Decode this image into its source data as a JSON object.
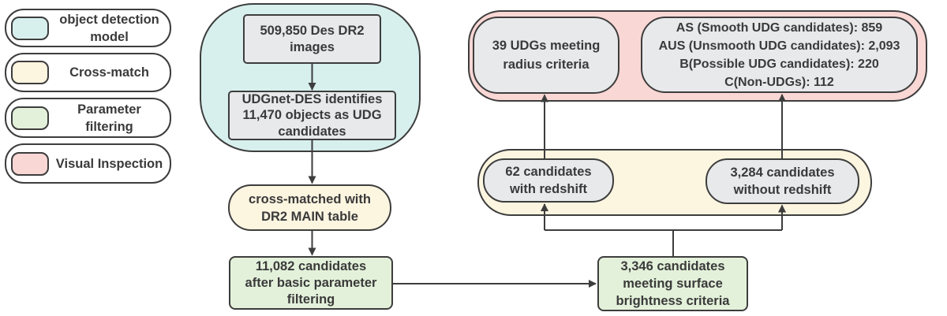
{
  "colors": {
    "stroke": "#3d3d3d",
    "text": "#3a3a3a",
    "model": "#d7f0ee",
    "crossmatch": "#fcf5e0",
    "filter": "#e3f1da",
    "visual": "#f9d7d5",
    "node_fill": "#e7e9eb",
    "white": "#ffffff"
  },
  "legend": {
    "items": [
      {
        "label": "object detection\nmodel",
        "color": "#d7f0ee"
      },
      {
        "label": "Cross-match",
        "color": "#fcf5e0"
      },
      {
        "label": "Parameter\nfiltering",
        "color": "#e3f1da"
      },
      {
        "label": "Visual Inspection",
        "color": "#f9d7d5"
      }
    ]
  },
  "nodes": {
    "des_images": "509,850 Des DR2\nimages",
    "udgnet": "UDGnet-DES identifies\n11,470 objects as UDG\ncandidates",
    "crossmatch": "cross-matched with\nDR2 MAIN table",
    "param_filter": "11,082 candidates\nafter basic parameter\nfiltering",
    "surface_brightness": "3,346 candidates\nmeeting surface\nbrightness criteria",
    "with_redshift": "62 candidates\nwith redshift",
    "without_redshift": "3,284 candidates\nwithout redshift",
    "radius_criteria": "39 UDGs meeting\nradius criteria",
    "classification": "AS (Smooth UDG candidates): 859\nAUS (Unsmooth UDG candidates): 2,093\nB(Possible UDG candidates): 220\nC(Non-UDGs): 112"
  }
}
